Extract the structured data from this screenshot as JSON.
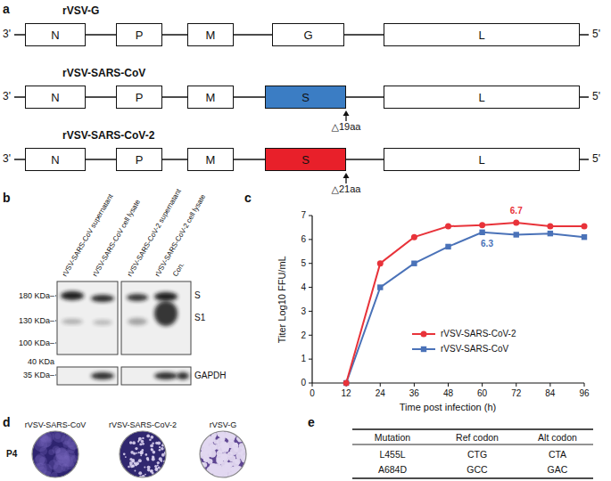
{
  "diagram": {
    "nodes": [
      {
        "text": [
          "N"
        ]
      },
      {
        "text": [
          "P"
        ]
      },
      {
        "text": [
          "M"
        ]
      },
      {
        "text": [
          "G"
        ]
      },
      {
        "text": [
          "L"
        ]
      },
      {
        "text": [
          "N"
        ]
      },
      {
        "text": [
          "P"
        ]
      },
      {
        "text": [
          "M"
        ]
      },
      {
        "text": [
          "S"
        ]
      },
      {
        "text": [
          "L"
        ]
      },
      {
        "text": [
          "N"
        ]
      },
      {
        "text": [
          "P"
        ]
      },
      {
        "text": [
          "M"
        ]
      },
      {
        "text": [
          "S"
        ]
      },
      {
        "text": [
          "L"
        ]
      }
    ],
    "edges": [
      {
        "from": 0,
        "to": 1,
        "arrow": "none"
      },
      {
        "from": 1,
        "to": 2,
        "arrow": "none"
      },
      {
        "from": 2,
        "to": 3,
        "arrow": "none"
      },
      {
        "from": 3,
        "to": 4,
        "arrow": "none"
      },
      {
        "from": 5,
        "to": 6,
        "arrow": "none"
      },
      {
        "from": 6,
        "to": 7,
        "arrow": "none"
      },
      {
        "from": 7,
        "to": 8,
        "arrow": "none"
      },
      {
        "from": 8,
        "to": 9,
        "arrow": "none"
      },
      {
        "from": 10,
        "to": 11,
        "arrow": "none"
      },
      {
        "from": 11,
        "to": 12,
        "arrow": "none"
      },
      {
        "from": 12,
        "to": 13,
        "arrow": "none"
      },
      {
        "from": 13,
        "to": 14,
        "arrow": "none"
      }
    ],
    "labels": [
      "a",
      "rVSV-G",
      "3'",
      "5'",
      "rVSV-SARS-CoV",
      "3'",
      "5'",
      "△19aa",
      "rVSV-SARS-CoV-2",
      "3'",
      "5'",
      "△21aa",
      "b",
      "rVSV-SARS-CoV supernatant",
      "rVSV-SARS-CoV cell lysate",
      "rVSV-SARS-CoV-2 supernatant",
      "rVSV-SARS-CoV-2 cell lysate",
      "Con.",
      "180 KDa–",
      "130 KDa–",
      "100 KDa–",
      "40 KDa",
      "35 KDa–",
      "S",
      "S1",
      "GAPDH",
      "c",
      "Titer Log10 FFU/mL",
      "0",
      "1",
      "2",
      "3",
      "4",
      "5",
      "6",
      "7",
      "0",
      "12",
      "24",
      "36",
      "48",
      "60",
      "72",
      "84",
      "96",
      "Time post infection (h)",
      "6.7",
      "6.3",
      "d",
      "rVSV-SARS-CoV",
      "rVSV-SARS-CoV-2",
      "rVSV-G",
      "P4",
      "e",
      "Mutation",
      "Ref codon",
      "Alt codon",
      "L455L",
      "CTG",
      "CTA",
      "A684D",
      "GCC",
      "GAC"
    ],
    "legend": [
      {
        "text": "rVSV-SARS-CoV-2"
      },
      {
        "text": "rVSV-SARS-CoV"
      }
    ]
  }
}
